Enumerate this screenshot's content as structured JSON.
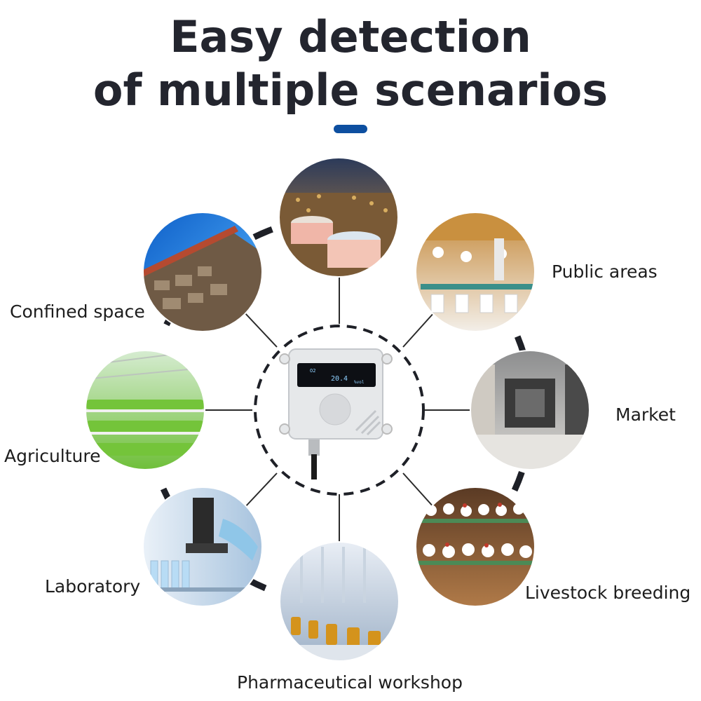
{
  "title": {
    "line1": "Easy detection",
    "line2": "of multiple scenarios"
  },
  "colors": {
    "accent": "#0d4fa0",
    "ring": "#1e2027",
    "connector": "#2a2a2a",
    "title": "#23252e"
  },
  "device": {
    "display_value": "20.4",
    "display_unit": "%vol",
    "display_tag": "O2"
  },
  "scenarios": [
    {
      "id": "industrial-plant",
      "label": ""
    },
    {
      "id": "public-areas",
      "label": "Public areas"
    },
    {
      "id": "market",
      "label": "Market"
    },
    {
      "id": "livestock-breeding",
      "label": "Livestock breeding"
    },
    {
      "id": "pharmaceutical-workshop",
      "label": "Pharmaceutical workshop"
    },
    {
      "id": "laboratory",
      "label": "Laboratory"
    },
    {
      "id": "agriculture",
      "label": "Agriculture"
    },
    {
      "id": "confined-space",
      "label": "Confined space"
    }
  ]
}
